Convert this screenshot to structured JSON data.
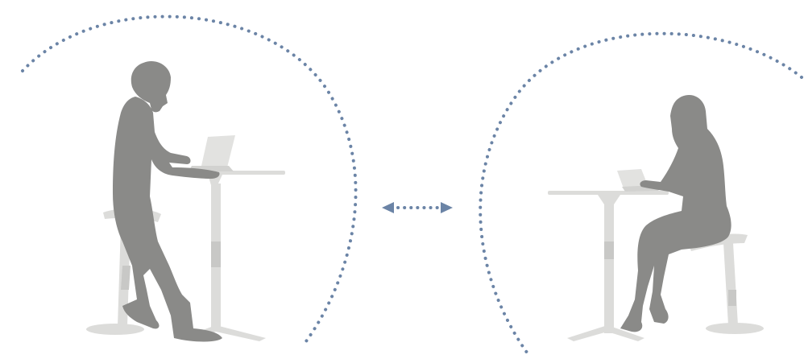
{
  "colors": {
    "background": "#ffffff",
    "dotted_arc": "#6b84a6",
    "silhouette": "#8a8a88",
    "furniture": "#dcdcda",
    "furniture_shadow": "#c8c8c6",
    "laptop": "#e2e2e0"
  },
  "illustration": {
    "left_scene": {
      "figure": "standing-man-silhouette",
      "desk": "standing-desk",
      "stool": "perch-stool"
    },
    "right_scene": {
      "figure": "seated-woman-silhouette",
      "desk": "standing-desk",
      "stool": "perch-stool"
    },
    "connector": {
      "icon": "double-arrow-icon"
    }
  }
}
